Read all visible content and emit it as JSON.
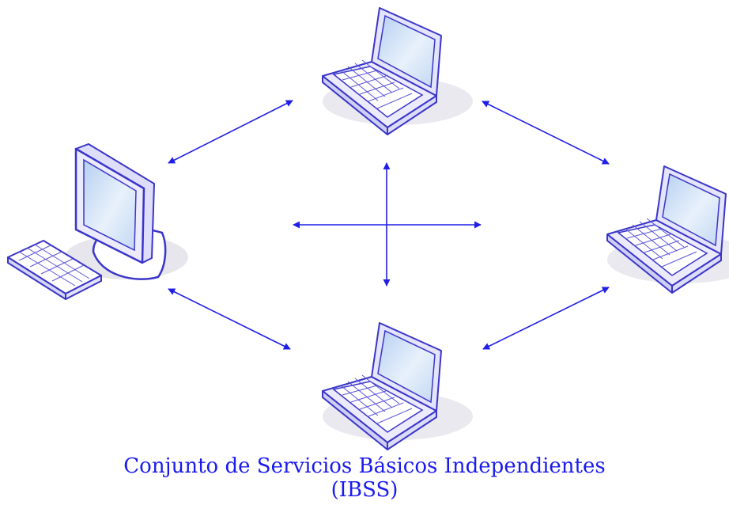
{
  "caption": {
    "line1": "Conjunto de Servicios Básicos Independientes",
    "line2": "(IBSS)"
  },
  "colors": {
    "arrow": "#1e1ee8",
    "caption": "#1a1aee",
    "device_outline": "#3a35c8",
    "device_body": "#e6e6fc",
    "screen": "#cfe2f7",
    "shadow": "#e8e8ee"
  },
  "devices": [
    {
      "id": "desktop-computer",
      "type": "desktop",
      "icon": "desktop-computer-icon"
    },
    {
      "id": "laptop-top",
      "type": "laptop",
      "icon": "laptop-icon"
    },
    {
      "id": "laptop-right",
      "type": "laptop",
      "icon": "laptop-icon"
    },
    {
      "id": "laptop-bottom",
      "type": "laptop",
      "icon": "laptop-icon"
    }
  ]
}
